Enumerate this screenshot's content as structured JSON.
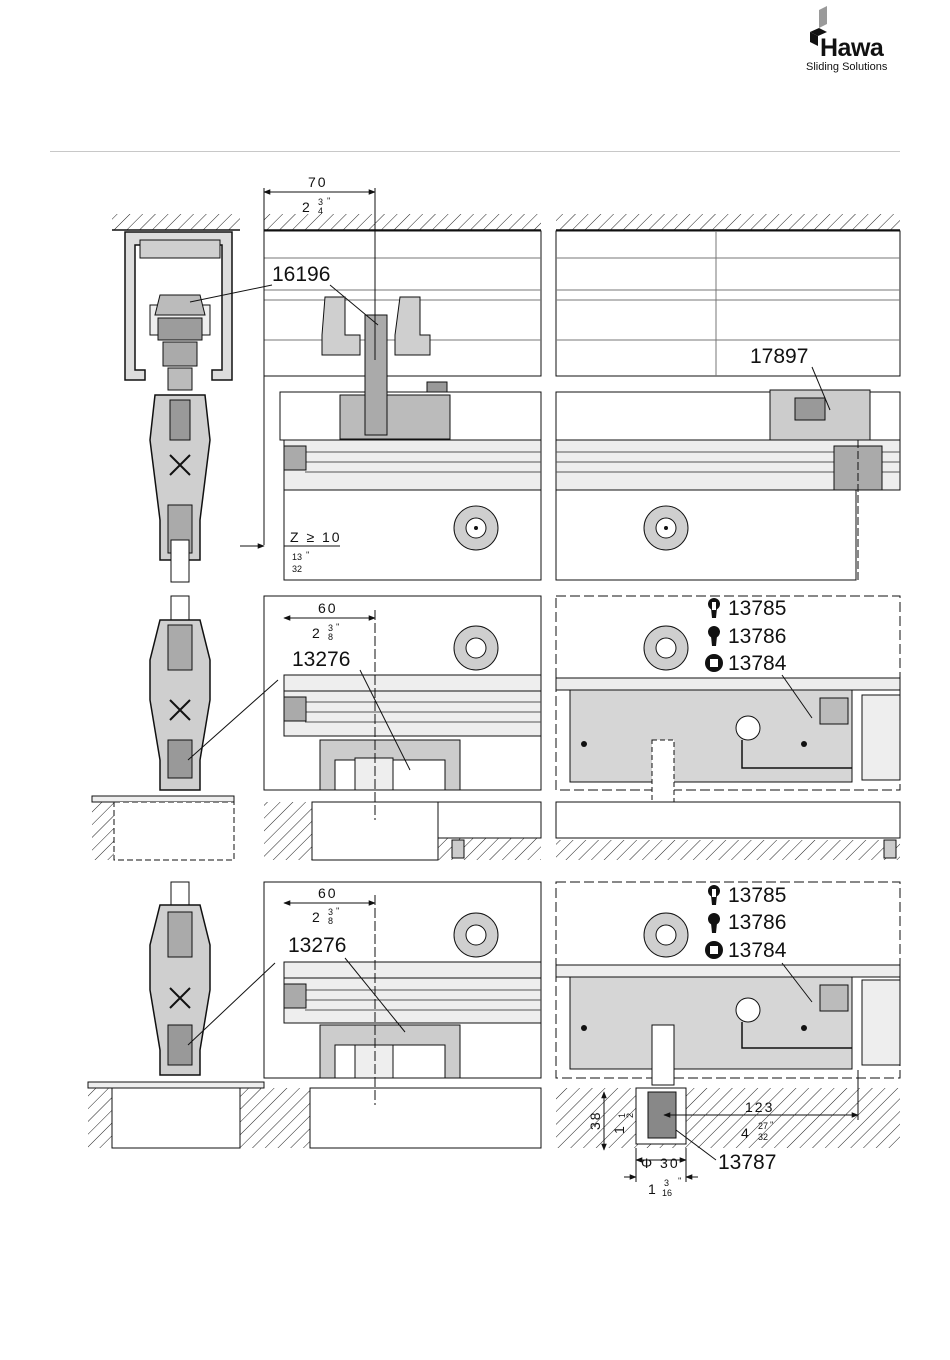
{
  "brand": {
    "name": "Hawa",
    "tagline": "Sliding Solutions"
  },
  "dimensions": {
    "top_width": {
      "metric": "70",
      "imperial_whole": "2",
      "imperial_num": "3",
      "imperial_den": "4"
    },
    "z_gap": {
      "metric": "Z ≥ 10",
      "imperial_num": "13",
      "imperial_den": "32",
      "inch": "''"
    },
    "middle_width": {
      "metric": "60",
      "imperial_whole": "2",
      "imperial_num": "3",
      "imperial_den": "8"
    },
    "bottom_width": {
      "metric": "60",
      "imperial_whole": "2",
      "imperial_num": "3",
      "imperial_den": "8"
    },
    "floor_depth": {
      "metric": "38",
      "imperial_whole": "1",
      "imperial_num": "1",
      "imperial_den": "2"
    },
    "lock_offset": {
      "metric": "123",
      "imperial_whole": "4",
      "imperial_num": "27",
      "imperial_den": "32"
    },
    "socket_dia": {
      "metric": "Φ 30",
      "imperial_whole": "1",
      "imperial_num": "3",
      "imperial_den": "16"
    },
    "inch_mark": "''"
  },
  "parts": {
    "p16196": "16196",
    "p17897": "17897",
    "p13276_a": "13276",
    "p13276_b": "13276",
    "p13785_a": "13785",
    "p13786_a": "13786",
    "p13784_a": "13784",
    "p13785_b": "13785",
    "p13786_b": "13786",
    "p13784_b": "13784",
    "p13787": "13787"
  },
  "icons": [
    "keyhole-icon",
    "key-icon",
    "square-key-icon"
  ]
}
